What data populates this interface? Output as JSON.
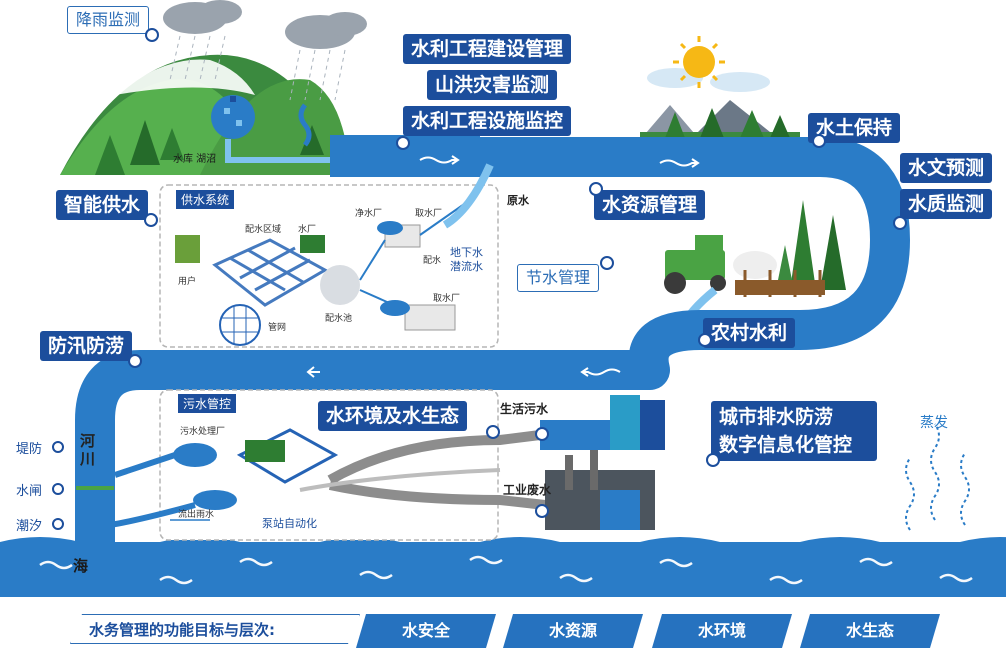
{
  "top_labels": {
    "rainfall_monitoring": "降雨监测",
    "reservoir_lake": "水库 湖沼",
    "project_construction": "水利工程建设管理",
    "flood_monitoring": "山洪灾害监测",
    "facility_monitoring": "水利工程设施监控",
    "soil_conservation": "水土保持",
    "hydro_forecast": "水文预测",
    "quality_monitoring": "水质监测",
    "smart_supply": "智能供水",
    "water_resource_mgmt": "水资源管理",
    "water_saving": "节水管理",
    "raw_water": "原水",
    "rural_water": "农村水利",
    "flood_control": "防汛防涝",
    "urban_drainage_line1": "城市排水防涝",
    "urban_drainage_line2": "数字信息化管控",
    "evaporation": "蒸发",
    "water_env": "水环境及水生态",
    "domestic_sewage": "生活污水",
    "industrial_waste": "工业废水",
    "river": "河川",
    "sea": "海"
  },
  "supply_box": {
    "title": "供水系统",
    "distribution_area": "配水区域",
    "water_plant": "水厂",
    "purify_plant": "净水厂",
    "intake_plant_1": "取水厂",
    "intake_plant_2": "取水厂",
    "distribution": "配水",
    "underground_line1": "地下水",
    "underground_line2": "潜流水",
    "user": "用户",
    "pipe_network": "管网",
    "distribution_pool": "配水池"
  },
  "sewage_box": {
    "title": "污水管控",
    "treatment_plant": "污水处理厂",
    "storm_water": "流出雨水",
    "pump_automation": "泵站自动化"
  },
  "side_labels": [
    "堤防",
    "水闸",
    "潮汐"
  ],
  "bottom": {
    "title": "水务管理的功能目标与层次:",
    "tags": [
      "水安全",
      "水资源",
      "水环境",
      "水生态"
    ]
  },
  "colors": {
    "river_blue": "#2a7cc7",
    "dark_blue": "#1c4e9c",
    "light_blue": "#7fc2ee",
    "green": "#4aa344",
    "gray_pipe": "#8d8d8d"
  }
}
